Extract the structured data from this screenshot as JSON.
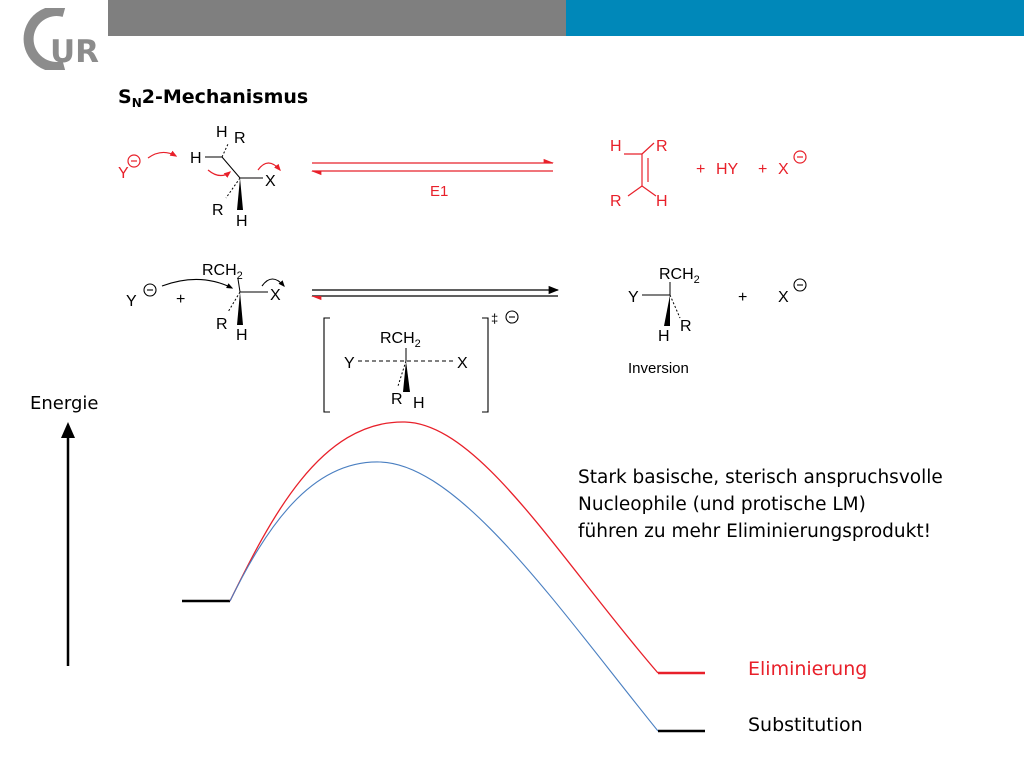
{
  "header": {
    "logo_text": "UR",
    "colors": {
      "gray_bar": "#7f7f7f",
      "blue_bar": "#0088b9",
      "logo": "#8c8c8c"
    }
  },
  "title": {
    "prefix": "S",
    "subscript": "N",
    "suffix": "2-Mechanismus"
  },
  "reaction_e1": {
    "reactant": {
      "top_h": "H",
      "top_r": "R",
      "left_h": "H",
      "x": "X",
      "bottom_r": "R",
      "bottom_h": "H"
    },
    "nucleophile": "Y",
    "arrow_label": "E1",
    "product": {
      "h_top": "H",
      "r_top": "R",
      "r_bottom": "R",
      "h_bottom": "H"
    },
    "byproducts": [
      "+",
      "HY",
      "+",
      "X"
    ],
    "color": "#e8202a"
  },
  "reaction_sn2": {
    "nucleophile": "Y",
    "plus": "+",
    "reactant": {
      "rch2": "RCH",
      "sub2": "2",
      "x": "X",
      "r": "R",
      "h": "H"
    },
    "transition_state": {
      "rch2": "RCH",
      "sub2": "2",
      "y": "Y",
      "x": "X",
      "r": "R",
      "h": "H",
      "dagger": "‡"
    },
    "product": {
      "rch2": "RCH",
      "sub2": "2",
      "y": "Y",
      "h": "H",
      "r": "R"
    },
    "product_plus": "+",
    "leaving_group": "X",
    "inversion_label": "Inversion"
  },
  "energy_diagram": {
    "y_axis_label": "Energie",
    "note_lines": [
      "Stark basische, sterisch anspruchsvolle",
      "Nucleophile (und protische LM)",
      "führen zu mehr Eliminierungsprodukt!"
    ],
    "legend": {
      "elimination": "Eliminierung",
      "substitution": "Substitution"
    },
    "colors": {
      "elimination": "#e8202a",
      "substitution": "#4a7fc1",
      "level": "#000000"
    }
  }
}
